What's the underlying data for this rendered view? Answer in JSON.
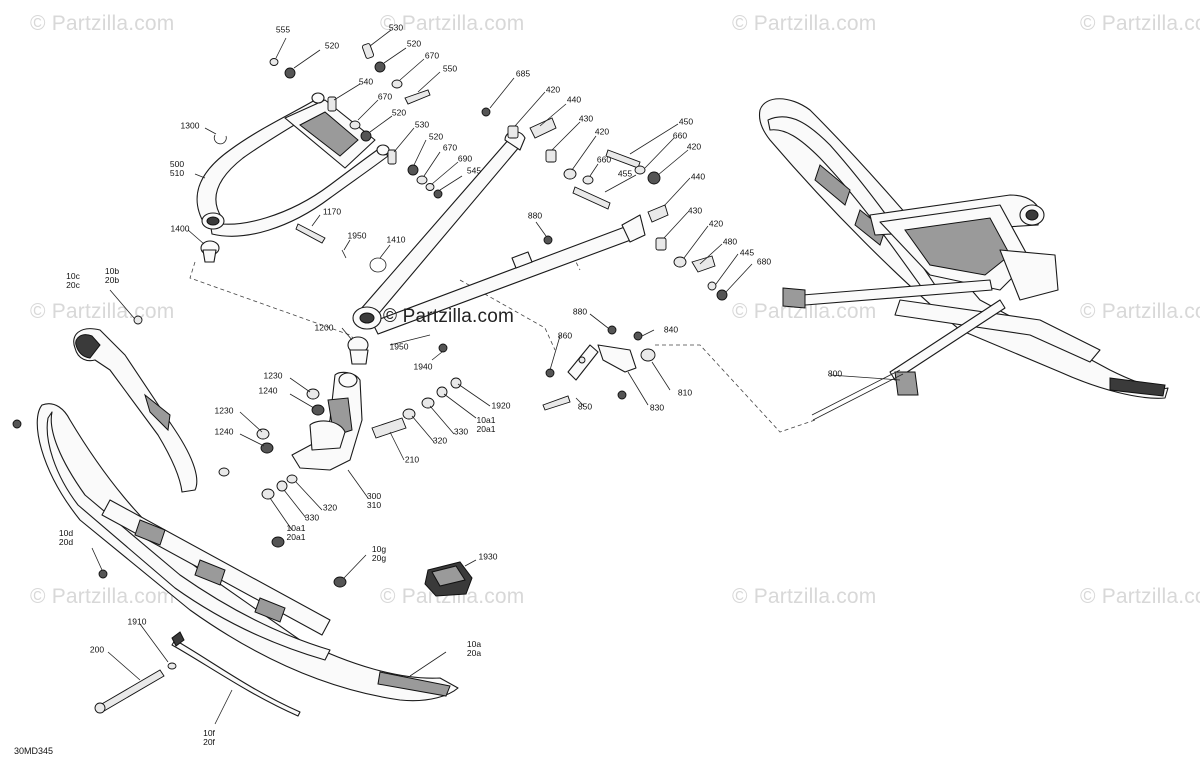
{
  "watermark_text": "© Partzilla.com",
  "diagram_code": "30MD345",
  "callouts": [
    {
      "id": "c555",
      "text": "555"
    },
    {
      "id": "c520a",
      "text": "520"
    },
    {
      "id": "c530a",
      "text": "530"
    },
    {
      "id": "c520b",
      "text": "520"
    },
    {
      "id": "c670a",
      "text": "670"
    },
    {
      "id": "c550",
      "text": "550"
    },
    {
      "id": "c540",
      "text": "540"
    },
    {
      "id": "c670b",
      "text": "670"
    },
    {
      "id": "c520c",
      "text": "520"
    },
    {
      "id": "c530b",
      "text": "530"
    },
    {
      "id": "c520d",
      "text": "520"
    },
    {
      "id": "c670c",
      "text": "670"
    },
    {
      "id": "c690",
      "text": "690"
    },
    {
      "id": "c545",
      "text": "545"
    },
    {
      "id": "c1300",
      "text": "1300"
    },
    {
      "id": "c500",
      "text": "500\n510"
    },
    {
      "id": "c685",
      "text": "685"
    },
    {
      "id": "c420a",
      "text": "420"
    },
    {
      "id": "c440a",
      "text": "440"
    },
    {
      "id": "c430a",
      "text": "430"
    },
    {
      "id": "c420b",
      "text": "420"
    },
    {
      "id": "c450",
      "text": "450"
    },
    {
      "id": "c660a",
      "text": "660"
    },
    {
      "id": "c420c",
      "text": "420"
    },
    {
      "id": "c660b",
      "text": "660"
    },
    {
      "id": "c455",
      "text": "455"
    },
    {
      "id": "c440b",
      "text": "440"
    },
    {
      "id": "c880a",
      "text": "880"
    },
    {
      "id": "c430b",
      "text": "430"
    },
    {
      "id": "c420d",
      "text": "420"
    },
    {
      "id": "c480",
      "text": "480"
    },
    {
      "id": "c445",
      "text": "445"
    },
    {
      "id": "c680",
      "text": "680"
    },
    {
      "id": "c1170",
      "text": "1170"
    },
    {
      "id": "c1950a",
      "text": "1950"
    },
    {
      "id": "c1410",
      "text": "1410"
    },
    {
      "id": "c1400",
      "text": "1400"
    },
    {
      "id": "c10c",
      "text": "10c\n20c"
    },
    {
      "id": "c10b",
      "text": "10b\n20b"
    },
    {
      "id": "c1200",
      "text": "1200"
    },
    {
      "id": "c1950b",
      "text": "1950"
    },
    {
      "id": "c1940",
      "text": "1940"
    },
    {
      "id": "c880b",
      "text": "880"
    },
    {
      "id": "c860",
      "text": "860"
    },
    {
      "id": "c840",
      "text": "840"
    },
    {
      "id": "c810",
      "text": "810"
    },
    {
      "id": "c850",
      "text": "850"
    },
    {
      "id": "c830",
      "text": "830"
    },
    {
      "id": "c800",
      "text": "800"
    },
    {
      "id": "c1230a",
      "text": "1230"
    },
    {
      "id": "c1240a",
      "text": "1240"
    },
    {
      "id": "c1230b",
      "text": "1230"
    },
    {
      "id": "c1240b",
      "text": "1240"
    },
    {
      "id": "c1920",
      "text": "1920"
    },
    {
      "id": "c10a1a",
      "text": "10a1\n20a1"
    },
    {
      "id": "c330a",
      "text": "330"
    },
    {
      "id": "c320a",
      "text": "320"
    },
    {
      "id": "c210",
      "text": "210"
    },
    {
      "id": "c300",
      "text": "300\n310"
    },
    {
      "id": "c320b",
      "text": "320"
    },
    {
      "id": "c330b",
      "text": "330"
    },
    {
      "id": "c10a1b",
      "text": "10a1\n20a1"
    },
    {
      "id": "c10d",
      "text": "10d\n20d"
    },
    {
      "id": "c10g",
      "text": "10g\n20g"
    },
    {
      "id": "c1930",
      "text": "1930"
    },
    {
      "id": "c1910",
      "text": "1910"
    },
    {
      "id": "c200",
      "text": "200"
    },
    {
      "id": "c10a",
      "text": "10a\n20a"
    },
    {
      "id": "c10f",
      "text": "10f\n20f"
    }
  ]
}
